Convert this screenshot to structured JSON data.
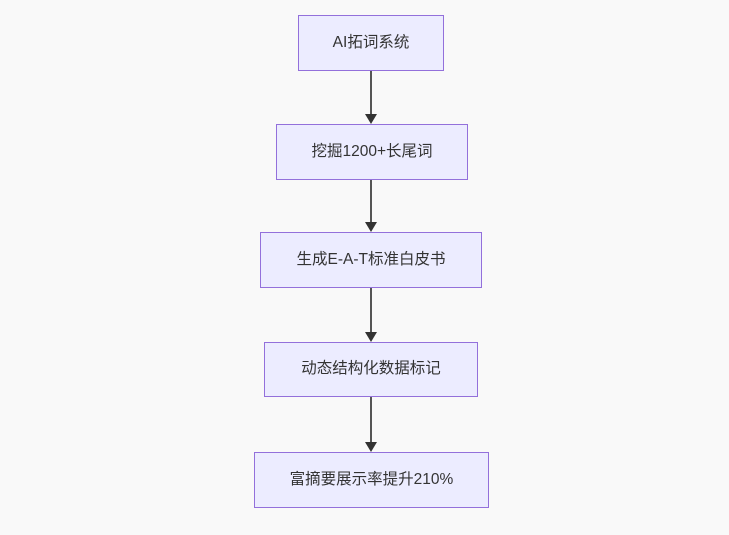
{
  "flowchart": {
    "direction": "top-down",
    "nodes": [
      {
        "id": "A",
        "label": "AI拓词系统"
      },
      {
        "id": "B",
        "label": "挖掘1200+长尾词"
      },
      {
        "id": "C",
        "label": "生成E-A-T标准白皮书"
      },
      {
        "id": "D",
        "label": "动态结构化数据标记"
      },
      {
        "id": "E",
        "label": "富摘要展示率提升210%"
      }
    ],
    "edges": [
      {
        "from": "A",
        "to": "B"
      },
      {
        "from": "B",
        "to": "C"
      },
      {
        "from": "C",
        "to": "D"
      },
      {
        "from": "D",
        "to": "E"
      }
    ],
    "colors": {
      "node_fill": "#ECECFF",
      "node_border": "#9370DB",
      "edge_line": "#555555",
      "arrowhead": "#333333",
      "text": "#333333",
      "background": "#f9f9f9"
    }
  }
}
